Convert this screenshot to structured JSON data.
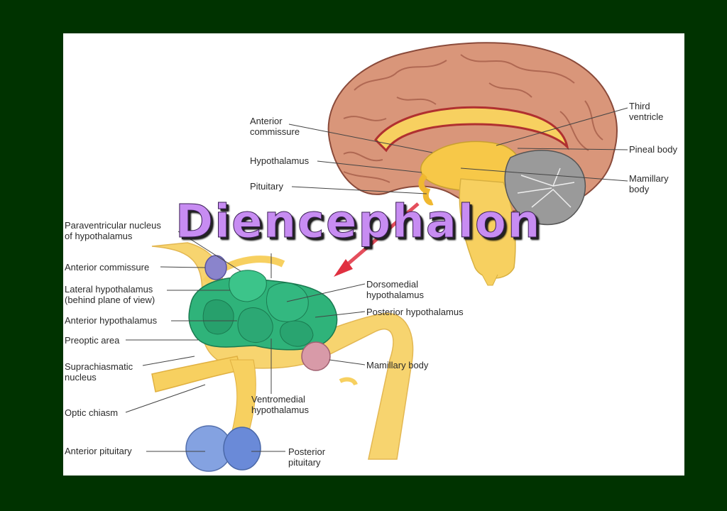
{
  "title": "Diencephalon",
  "colors": {
    "background": "#003300",
    "panel": "#ffffff",
    "title": "#c78cf2",
    "cortex": "#d9967a",
    "hypothalamus_nuclei": "#2fb37a",
    "structures": "#f7d060",
    "pituitary": "#7e9ee0",
    "cerebellum": "#9a9a9a",
    "arrow": "#e03040"
  },
  "upper_labels": {
    "anterior_commissure": "Anterior\ncommissure",
    "hypothalamus": "Hypothalamus",
    "pituitary": "Pituitary",
    "third_ventricle": "Third\nventricle",
    "pineal_body": "Pineal body",
    "mamillary_body": "Mamillary\nbody"
  },
  "lower_labels": {
    "paraventricular_nucleus": "Paraventricular nucleus\nof hypothalamus",
    "anterior_commissure": "Anterior commissure",
    "lateral_hypothalamus": "Lateral hypothalamus\n(behind plane of view)",
    "anterior_hypothalamus": "Anterior hypothalamus",
    "preoptic_area": "Preoptic area",
    "suprachiasmatic_nucleus": "Suprachiasmatic\nnucleus",
    "optic_chiasm": "Optic chiasm",
    "anterior_pituitary": "Anterior pituitary",
    "dorsomedial_hypothalamus": "Dorsomedial\nhypothalamus",
    "posterior_hypothalamus": "Posterior hypothalamus",
    "mamillary_body": "Mamillary body",
    "ventromedial_hypothalamus": "Ventromedial\nhypothalamus",
    "posterior_pituitary": "Posterior\npituitary"
  }
}
